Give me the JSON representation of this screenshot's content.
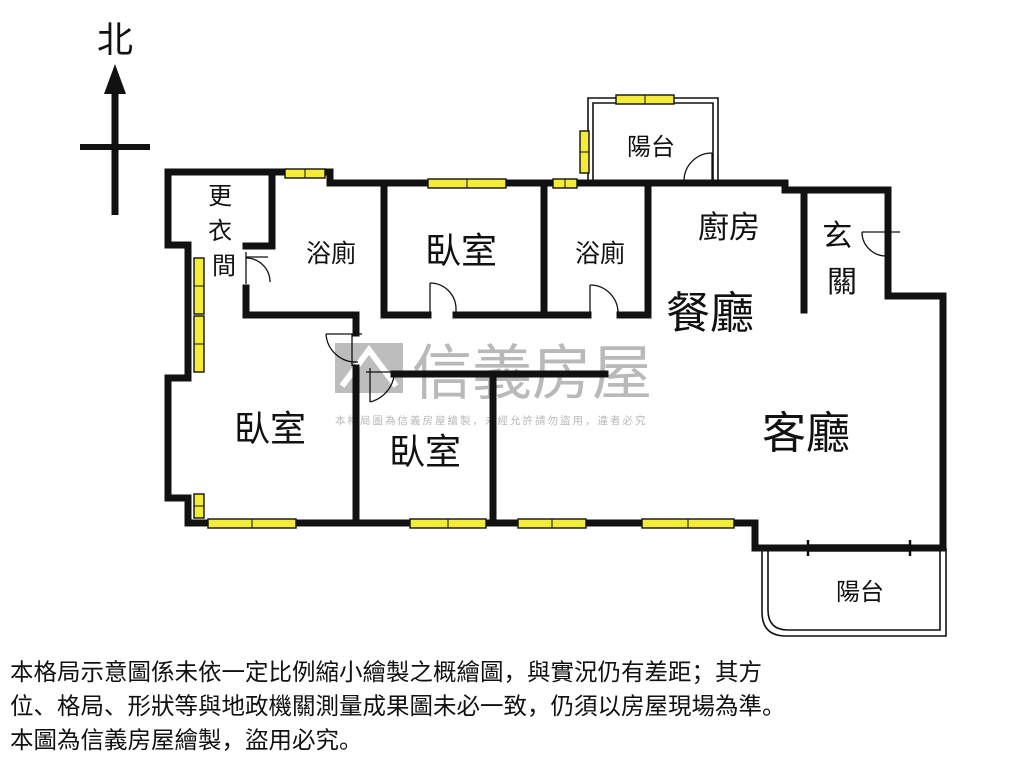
{
  "compass": {
    "north_label": "北"
  },
  "rooms": {
    "dressing_room": [
      "更",
      "衣",
      "間"
    ],
    "bathroom_1": "浴廁",
    "bedroom_top": "臥室",
    "bathroom_2": "浴廁",
    "kitchen": "廚房",
    "foyer": [
      "玄",
      "關"
    ],
    "dining_room": "餐廳",
    "living_room": "客廳",
    "bedroom_left": "臥室",
    "bedroom_middle": "臥室",
    "balcony_top": "陽台",
    "balcony_bottom": "陽台"
  },
  "watermark": {
    "brand": "信義房屋",
    "notice": "本格局圖為信義房屋繪製，未經允許請勿盜用，違者必究"
  },
  "colors": {
    "window": "#f4ec38",
    "wall": "#111111",
    "watermark": "#b9b9b9"
  },
  "disclaimer": {
    "line1": "本格局示意圖係未依一定比例縮小繪製之概繪圖，與實況仍有差距；其方",
    "line2": "位、格局、形狀等與地政機關測量成果圖未必一致，仍須以房屋現場為準。",
    "line3": "本圖為信義房屋繪製，盜用必究。"
  }
}
